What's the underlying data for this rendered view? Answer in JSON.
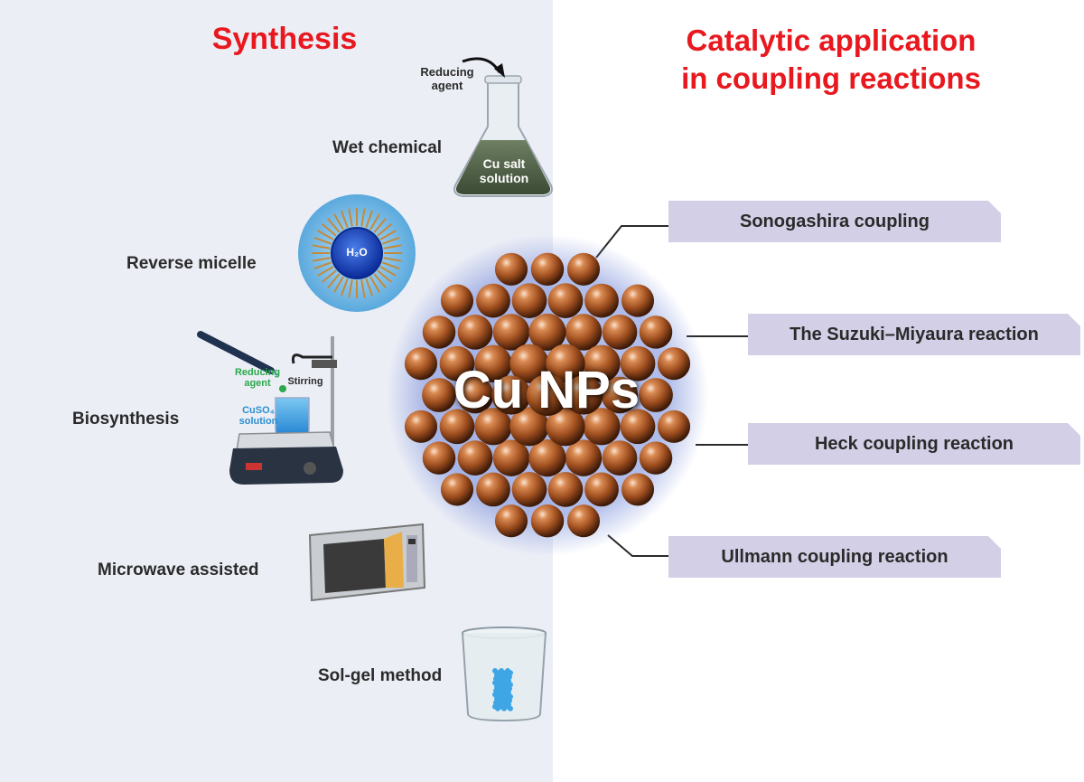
{
  "headings": {
    "left": "Synthesis",
    "right_line1": "Catalytic application",
    "right_line2": "in coupling reactions"
  },
  "center": {
    "label": "Cu NPs"
  },
  "synthesis_methods": [
    {
      "label": "Wet chemical",
      "icon": "flask-icon"
    },
    {
      "label": "Reverse micelle",
      "icon": "micelle-icon"
    },
    {
      "label": "Biosynthesis",
      "icon": "stirrer-icon"
    },
    {
      "label": "Microwave assisted",
      "icon": "microwave-icon"
    },
    {
      "label": "Sol-gel method",
      "icon": "beaker-icon"
    }
  ],
  "annotations": {
    "reducing_agent_top": [
      "Reducing",
      "agent"
    ],
    "cu_salt": [
      "Cu salt",
      "solution"
    ],
    "h2o": "H₂O",
    "reducing_agent_bio": [
      "Reducing",
      "agent"
    ],
    "stirring": "Stirring",
    "cuso4": [
      "CuSO₄",
      "solution"
    ]
  },
  "reactions": [
    "Sonogashira coupling",
    "The Suzuki–Miyaura reaction",
    "Heck coupling reaction",
    "Ullmann coupling reaction"
  ],
  "colors": {
    "heading": "#e8181e",
    "copper": "#b05a28",
    "tag": "#d2cfe6",
    "green_text": "#2aa84a",
    "blue_text": "#2a8fd0"
  }
}
